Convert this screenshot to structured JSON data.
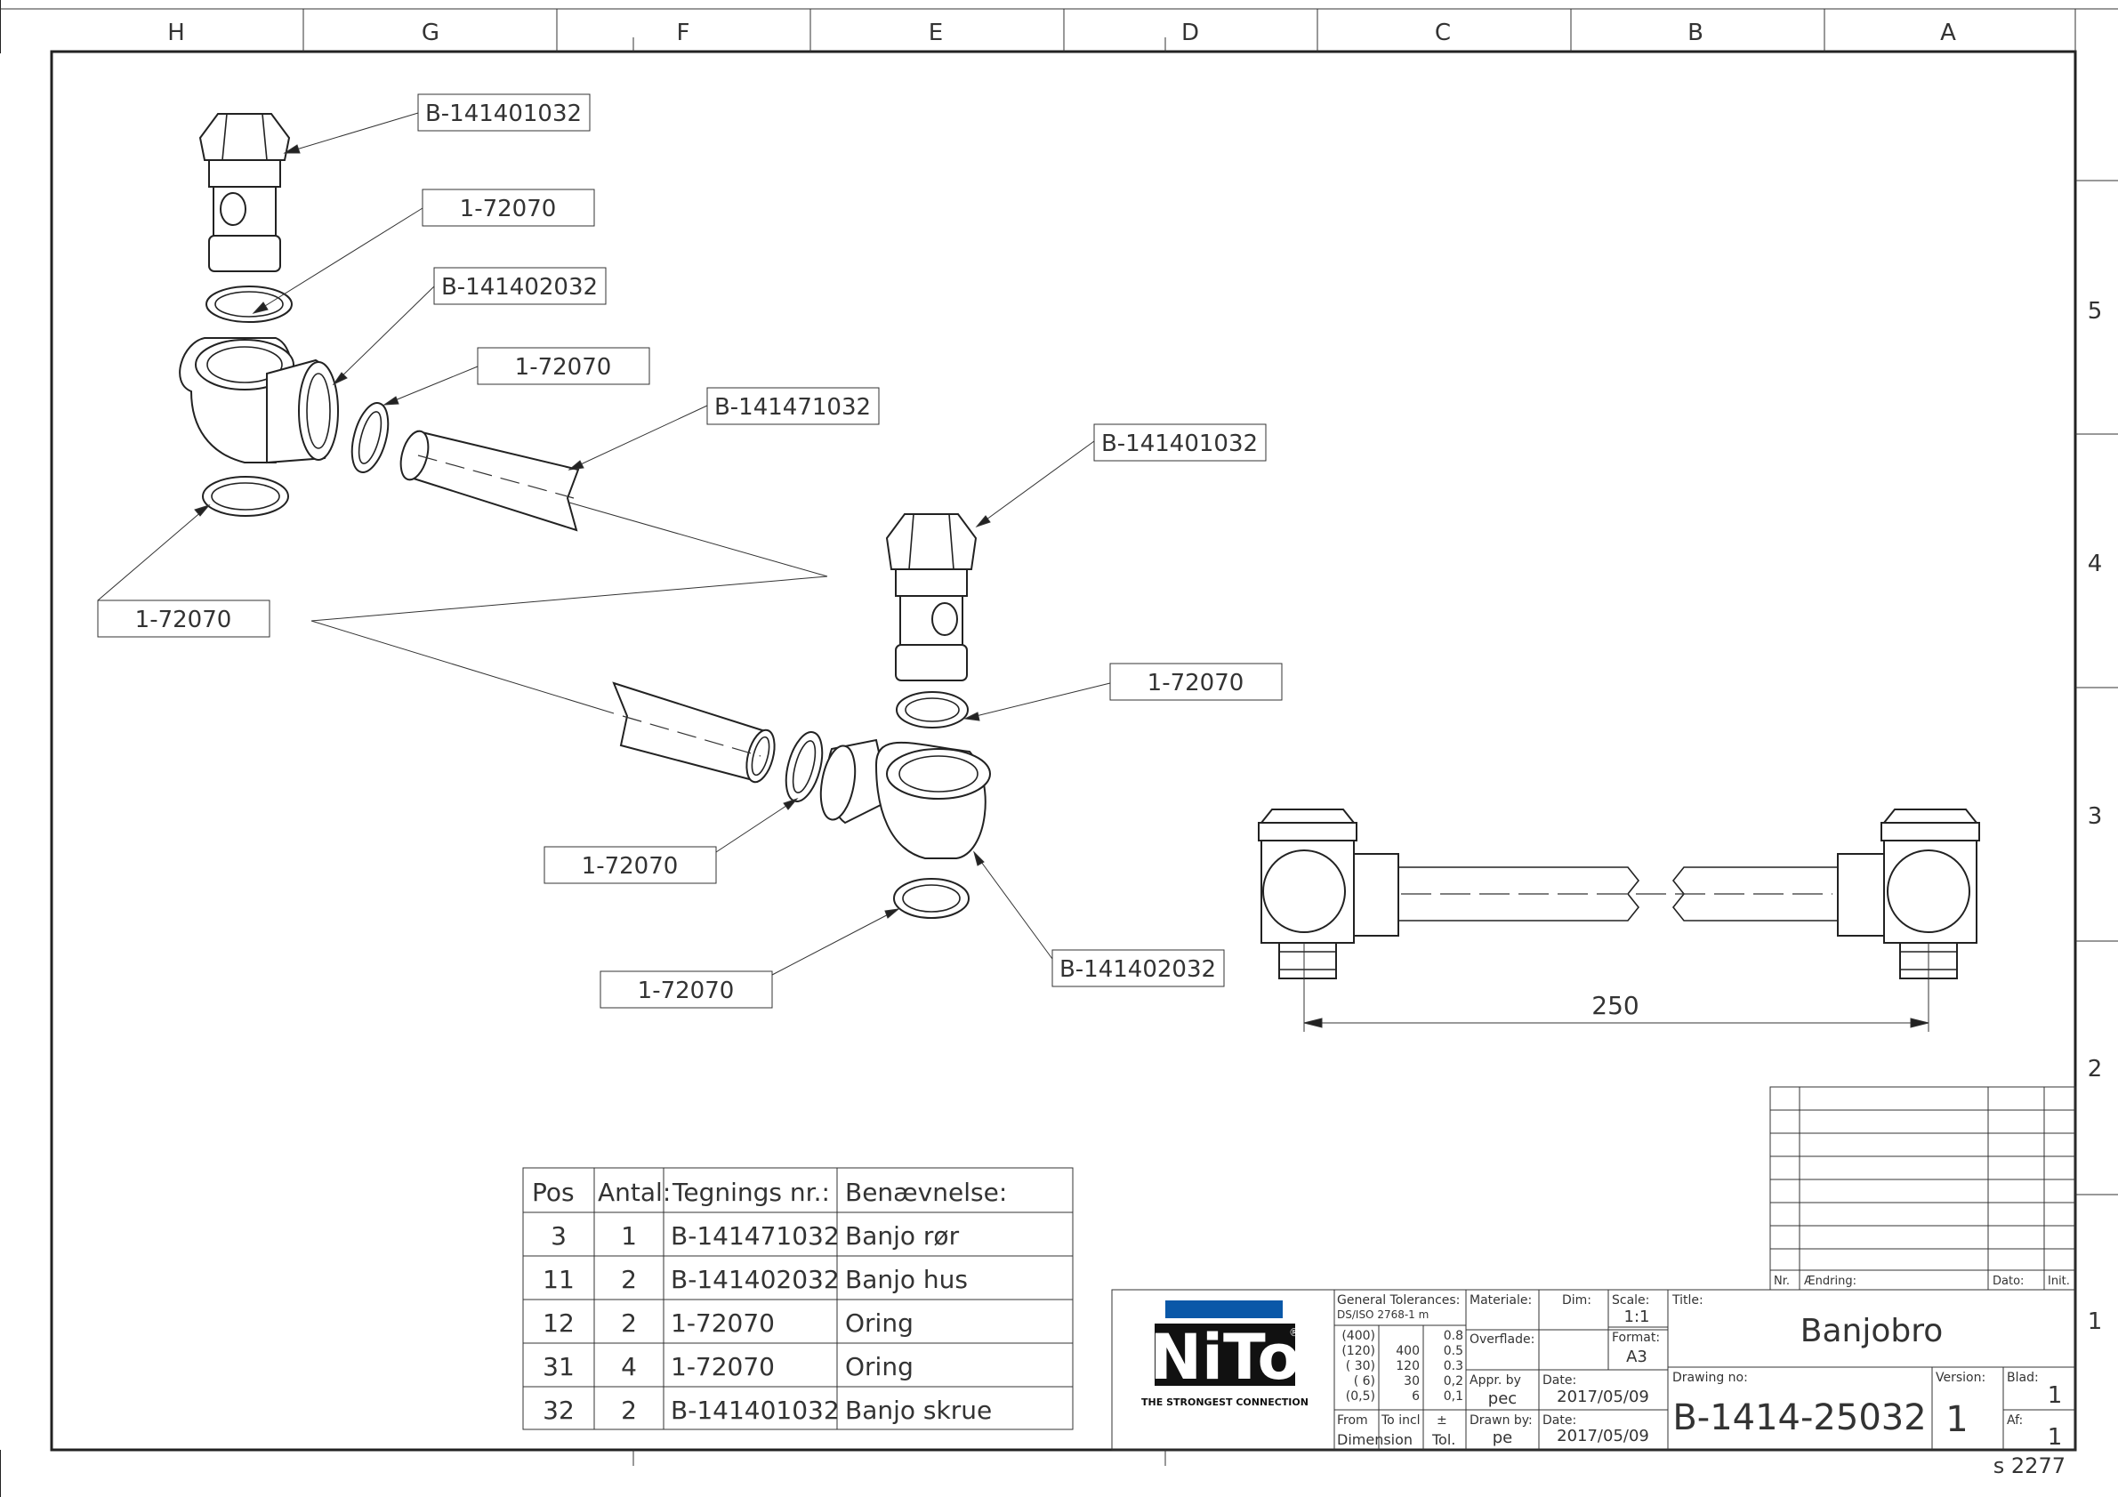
{
  "zones": {
    "columns": [
      "H",
      "G",
      "F",
      "E",
      "D",
      "C",
      "B",
      "A"
    ],
    "rows": [
      "5",
      "4",
      "3",
      "2",
      "1"
    ]
  },
  "callouts": [
    {
      "id": "c1",
      "text": "B-141401032"
    },
    {
      "id": "c2",
      "text": "1-72070"
    },
    {
      "id": "c3",
      "text": "B-141402032"
    },
    {
      "id": "c4",
      "text": "1-72070"
    },
    {
      "id": "c5",
      "text": "B-141471032"
    },
    {
      "id": "c6",
      "text": "1-72070"
    },
    {
      "id": "c7",
      "text": "B-141401032"
    },
    {
      "id": "c8",
      "text": "1-72070"
    },
    {
      "id": "c9",
      "text": "1-72070"
    },
    {
      "id": "c10",
      "text": "B-141402032"
    },
    {
      "id": "c11",
      "text": "1-72070"
    }
  ],
  "dimension": {
    "value": "250"
  },
  "bom": {
    "headers": [
      "Pos",
      "Antal:",
      "Tegnings nr.:",
      "Benævnelse:"
    ],
    "rows": [
      [
        "3",
        "1",
        "B-141471032",
        "Banjo rør"
      ],
      [
        "11",
        "2",
        "B-141402032",
        "Banjo hus"
      ],
      [
        "12",
        "2",
        "1-72070",
        "Oring"
      ],
      [
        "31",
        "4",
        "1-72070",
        "Oring"
      ],
      [
        "32",
        "2",
        "B-141401032",
        "Banjo skrue"
      ]
    ]
  },
  "revision_table": {
    "headers": [
      "Nr.",
      "Ændring:",
      "Dato:",
      "Init."
    ]
  },
  "logo": {
    "text": "NiTo",
    "registered": "®",
    "tagline": "THE STRONGEST CONNECTION",
    "color": "#0a58a8"
  },
  "title_block": {
    "general_tolerances_label": "General Tolerances:",
    "tolerance_standard": "DS/ISO 2768-1 m",
    "tolerance_rows": [
      [
        "(400)",
        "",
        "0.8"
      ],
      [
        "(120)",
        "400",
        "0.5"
      ],
      [
        "( 30)",
        "120",
        "0.3"
      ],
      [
        "(  6)",
        "30",
        "0,2"
      ],
      [
        "(0,5)",
        "6",
        "0,1"
      ]
    ],
    "from_label": "From",
    "to_incl_label": "To incl",
    "pm_label": "±",
    "dimension_label": "Dimension",
    "tol_label": "Tol.",
    "materiale_label": "Materiale:",
    "dim_label": "Dim:",
    "scale_label": "Scale:",
    "scale_value": "1:1",
    "overflade_label": "Overflade:",
    "format_label": "Format:",
    "format_value": "A3",
    "appr_by_label": "Appr. by",
    "appr_by_value": "pec",
    "date_label": "Date:",
    "appr_date": "2017/05/09",
    "drawn_by_label": "Drawn by:",
    "drawn_by_value": "pe",
    "drawn_date": "2017/05/09",
    "title_label": "Title:",
    "title_value": "Banjobro",
    "drawing_no_label": "Drawing no:",
    "drawing_no_value": "B-1414-25032",
    "version_label": "Version:",
    "version_value": "1",
    "blad_label": "Blad:",
    "blad_value": "1",
    "af_label": "Af:",
    "af_value": "1"
  },
  "sheet_code": "s 2277"
}
